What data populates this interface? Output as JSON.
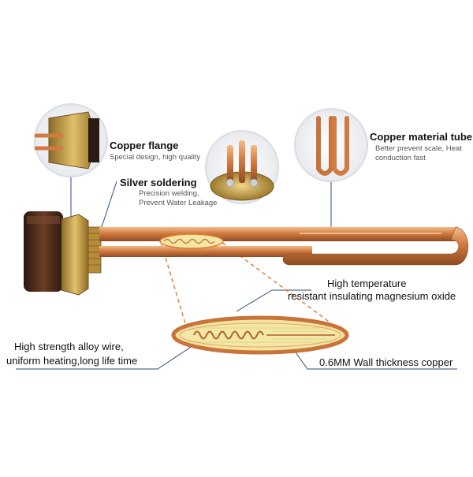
{
  "callouts": {
    "copper_flange": {
      "title": "Copper flange",
      "desc": "Special design, high quality"
    },
    "silver_soldering": {
      "title": "Silver soldering",
      "desc_line1": "Precision welding,",
      "desc_line2": "Prevent Water Leakage"
    },
    "copper_tube": {
      "title": "Copper material tube",
      "desc_line1": "Better prevent scale, Heat",
      "desc_line2": "conduction fast"
    },
    "magnesium_oxide": {
      "line1": "High temperature",
      "line2": "resistant  insulating magnesium oxide"
    },
    "alloy_wire": {
      "line1": "High strength alloy wire,",
      "line2": "uniform heating,long life time"
    },
    "wall_thickness": {
      "text": "0.6MM   Wall thickness copper"
    }
  },
  "colors": {
    "copper": "#c8733a",
    "copper_light": "#efb07c",
    "brass": "#c9a14a",
    "cap": "#4a2a1c",
    "leader": "#2d4c7a",
    "cutaway_line": "#e07a2e",
    "insulation": "#f3e7a6"
  }
}
